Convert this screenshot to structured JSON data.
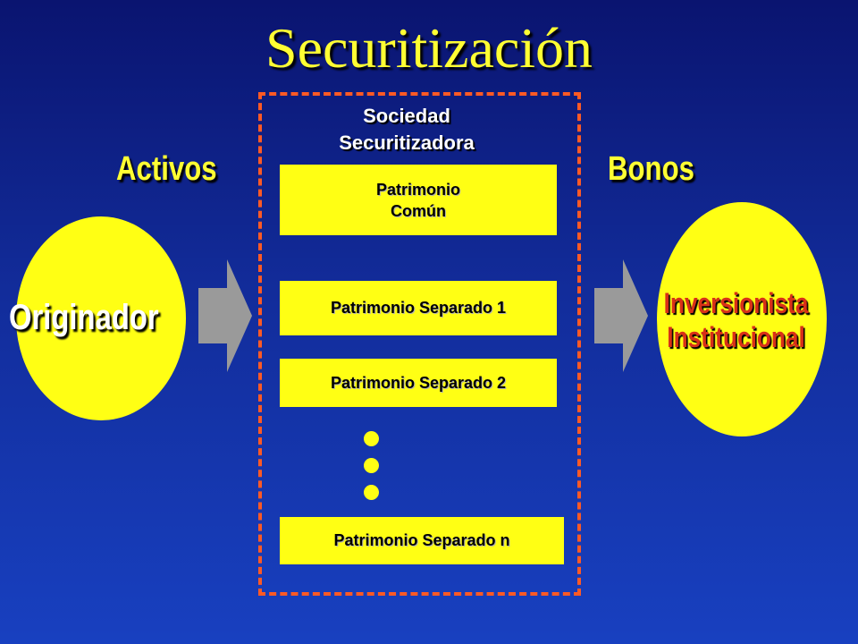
{
  "title": "Securitización",
  "labels": {
    "assets": "Activos",
    "bonds": "Bonos"
  },
  "company": {
    "line1": "Sociedad",
    "line2": "Securitizadora"
  },
  "boxes": {
    "comun_line1": "Patrimonio",
    "comun_line2": "Común",
    "separado_1": "Patrimonio Separado 1",
    "separado_2": "Patrimonio Separado 2",
    "separado_n": "Patrimonio Separado n"
  },
  "originator": "Originador",
  "investor": {
    "line1": "Inversionista",
    "line2": "Institucional"
  },
  "colors": {
    "background_top": "#0a1470",
    "background_bottom": "#1840c0",
    "yellow": "#ffff14",
    "dashed_border": "#ff5a24",
    "investor_text": "#d83018",
    "arrow": "#9a9a9a"
  }
}
